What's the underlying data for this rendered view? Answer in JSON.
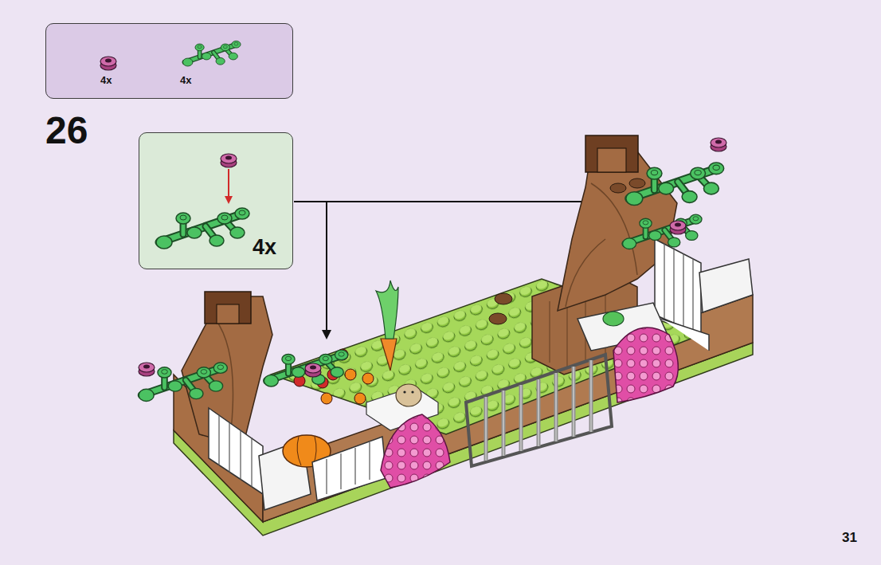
{
  "diagram": {
    "nodes": [
      {
        "text": [
          "4x",
          "4x"
        ]
      },
      {
        "text": [
          "4x"
        ]
      }
    ],
    "labels": [
      "26",
      "31"
    ]
  }
}
